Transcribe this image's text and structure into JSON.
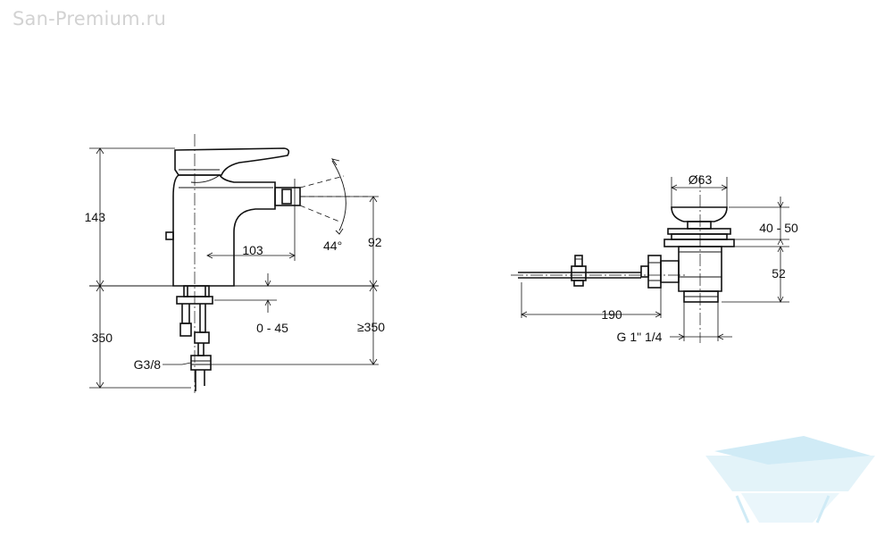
{
  "watermark": {
    "site": "San-Premium.ru",
    "logo_icon": "bathtub-logo-icon"
  },
  "faucet_view": {
    "dim_height_body": "143",
    "dim_height_below": "350",
    "dim_spout_reach": "103",
    "dim_adjust_range": "0 - 45",
    "dim_spray_angle": "44°",
    "dim_outlet_height": "92",
    "dim_min_clearance": "≥350",
    "dim_connection": "G3/8"
  },
  "drain_view": {
    "dim_diameter": "Ø63",
    "dim_plug_range": "40 - 50",
    "dim_body_height": "52",
    "dim_rod_length": "190",
    "dim_thread": "G 1\" 1/4"
  },
  "colors": {
    "line": "#111111",
    "watermark": "#d2d2d2",
    "logo": "#bfe3f2"
  }
}
